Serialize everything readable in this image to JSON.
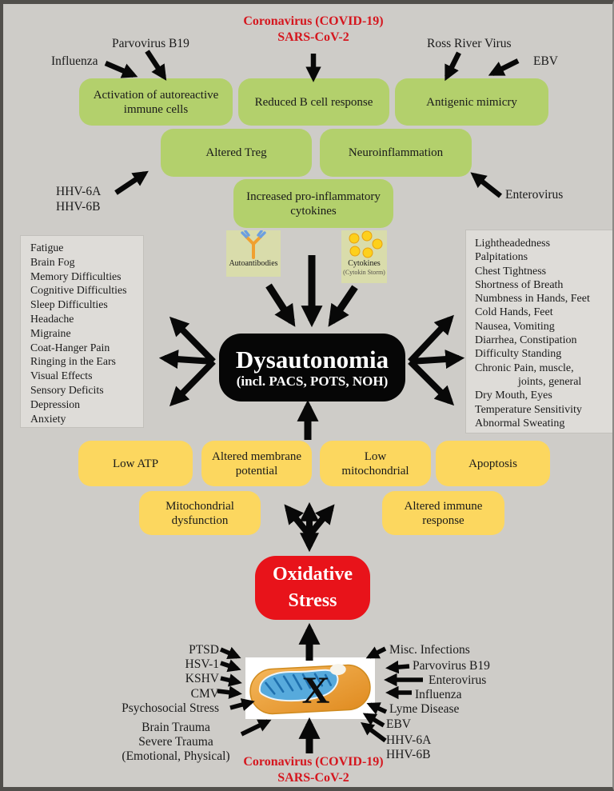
{
  "colors": {
    "background": "#ceccc8",
    "green_box": "#b3d06c",
    "yellow_box": "#fcd75f",
    "red_box": "#e8131a",
    "red_text": "#d5161e",
    "black_box": "#060606",
    "list_box": "#dedcd8",
    "arrow": "#080808"
  },
  "top": {
    "covid": "Coronavirus (COVID-19)\nSARS-CoV-2",
    "influenza": "Influenza",
    "parvovirus": "Parvovirus B19",
    "ross_river": "Ross River Virus",
    "ebv": "EBV",
    "hhv": "HHV-6A\nHHV-6B",
    "enterovirus": "Enterovirus",
    "boxes": {
      "activation": "Activation of autoreactive\nimmune cells",
      "reduced_b": "Reduced B cell response",
      "mimicry": "Antigenic mimicry",
      "treg": "Altered Treg",
      "neuroinflammation": "Neuroinflammation",
      "cytokines": "Increased pro-inflammatory\ncytokines"
    }
  },
  "icons": {
    "autoantibodies": "Autoantibodies",
    "cytokines": "Cytokines",
    "cytokines_sub": "(Cytokin Storm)"
  },
  "dysautonomia": {
    "title": "Dysautonomia",
    "subtitle": "(incl. PACS, POTS, NOH)"
  },
  "left_symptoms": [
    "Fatigue",
    "Brain Fog",
    "Memory Difficulties",
    "Cognitive Difficulties",
    "Sleep Difficulties",
    "Headache",
    "Migraine",
    "Coat-Hanger Pain",
    "Ringing in the Ears",
    "Visual Effects",
    "Sensory Deficits",
    "Depression",
    "Anxiety"
  ],
  "right_symptoms": [
    "Lightheadedness",
    "Palpitations",
    "Chest Tightness",
    "Shortness of Breath",
    "Numbness in Hands, Feet",
    "Cold Hands, Feet",
    "Nausea, Vomiting",
    "Diarrhea, Constipation",
    "Difficulty Standing",
    "Chronic Pain, muscle,",
    "joints, general",
    "Dry Mouth, Eyes",
    "Temperature Sensitivity",
    "Abnormal Sweating"
  ],
  "mito_boxes": {
    "low_atp": "Low ATP",
    "membrane": "Altered membrane\npotential",
    "low_mito": "Low\nmitochondrial",
    "apoptosis": "Apoptosis",
    "dysfunction": "Mitochondrial\ndysfunction",
    "immune": "Altered immune\nresponse"
  },
  "oxidative_stress": "Oxidative\nStress",
  "bottom": {
    "left_labels": [
      "PTSD",
      "HSV-1",
      "KSHV",
      "CMV",
      "Psychosocial Stress"
    ],
    "trauma": [
      "Brain Trauma",
      "Severe Trauma",
      "(Emotional, Physical)"
    ],
    "right_labels": [
      "Misc. Infections",
      "Parvovirus B19",
      "Enterovirus",
      "Influenza",
      "Lyme Disease",
      "EBV",
      "HHV-6A",
      "HHV-6B"
    ],
    "covid": "Coronavirus (COVID-19)\nSARS-CoV-2",
    "mito_x": "X"
  }
}
